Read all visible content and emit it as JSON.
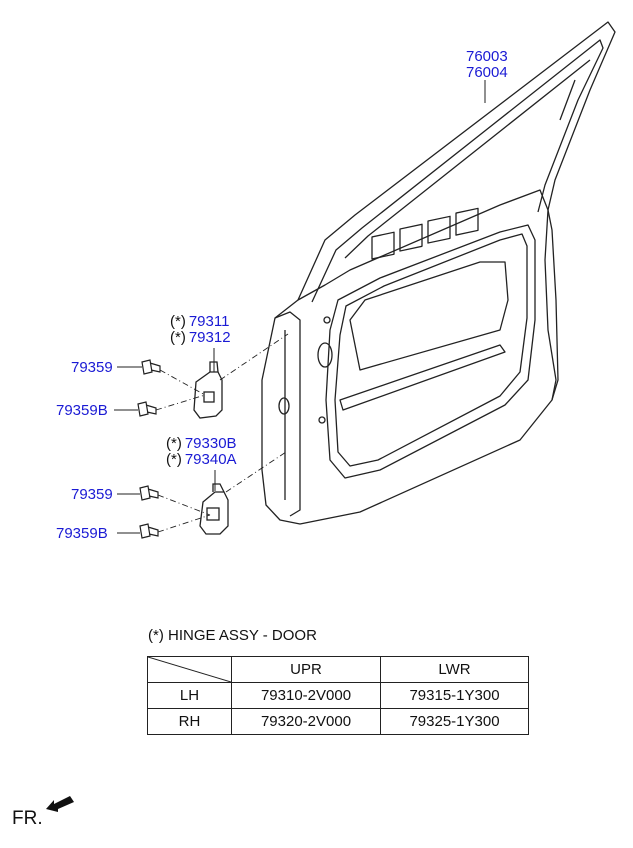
{
  "callouts": {
    "frame_upper": "76003",
    "frame_lower": "76004",
    "upr_hinge_a": "79311",
    "upr_hinge_b": "79312",
    "lwr_hinge_a": "79330B",
    "lwr_hinge_b": "79340A",
    "bolt_upr_1": "79359",
    "bolt_upr_2": "79359B",
    "bolt_lwr_1": "79359",
    "bolt_lwr_2": "79359B",
    "asterisk": "(*)"
  },
  "note": {
    "title": "(*) HINGE ASSY - DOOR",
    "table": {
      "headers": [
        "",
        "UPR",
        "LWR"
      ],
      "rows": [
        [
          "LH",
          "79310-2V000",
          "79315-1Y300"
        ],
        [
          "RH",
          "79320-2V000",
          "79325-1Y300"
        ]
      ]
    }
  },
  "direction": {
    "label": "FR.",
    "icon": "front-arrow-icon"
  }
}
